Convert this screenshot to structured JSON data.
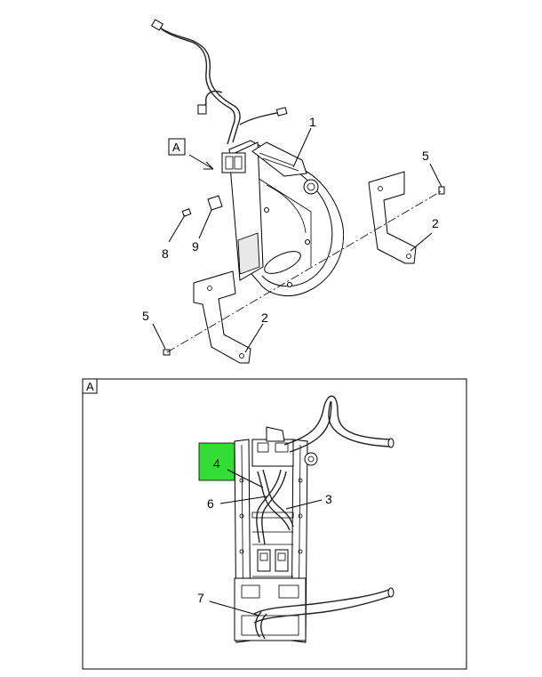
{
  "callouts": {
    "c1": "1",
    "c2a": "2",
    "c2b": "2",
    "c3": "3",
    "c4": "4",
    "c5a": "5",
    "c5b": "5",
    "c6": "6",
    "c7": "7",
    "c8": "8",
    "c9": "9"
  },
  "view_label": "A",
  "detail_frame_label": "A",
  "colors": {
    "highlight": "#33dd33",
    "line": "#000000",
    "background": "#ffffff"
  }
}
